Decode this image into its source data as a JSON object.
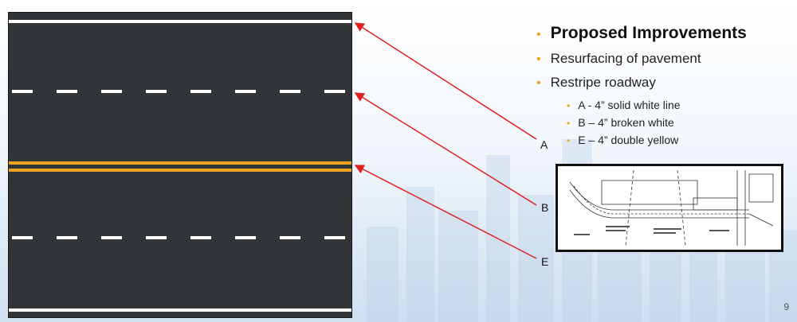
{
  "bullets": {
    "heading": "Proposed Improvements",
    "item1": "Resurfacing of pavement",
    "item2": "Restripe roadway",
    "sub": [
      "A - 4” solid white line",
      "B – 4” broken white",
      "E – 4” double yellow"
    ]
  },
  "markers": {
    "a": "A",
    "b": "B",
    "e": "E"
  },
  "page_number": "9",
  "colors": {
    "pavement": "#323537",
    "stripe_white": "#ffffff",
    "stripe_yellow": "#f0a321",
    "arrow": "#e02020",
    "bullet": "#f0a321"
  }
}
